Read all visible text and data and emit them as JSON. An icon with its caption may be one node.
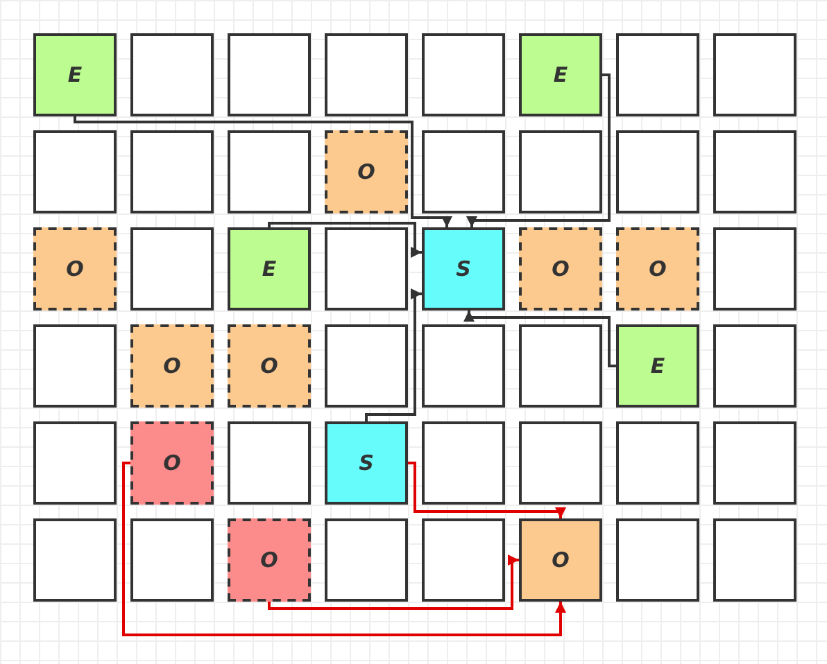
{
  "diagram": {
    "nodes": [
      {
        "text": [
          "E"
        ]
      },
      {
        "text": [],
        "shape": "box"
      },
      {
        "text": [],
        "shape": "box"
      },
      {
        "text": [],
        "shape": "box"
      },
      {
        "text": [],
        "shape": "box"
      },
      {
        "text": [
          "E"
        ]
      },
      {
        "text": [],
        "shape": "box"
      },
      {
        "text": [],
        "shape": "box"
      },
      {
        "text": [],
        "shape": "box"
      },
      {
        "text": [],
        "shape": "box"
      },
      {
        "text": [],
        "shape": "box"
      },
      {
        "text": [
          "O"
        ]
      },
      {
        "text": [],
        "shape": "box"
      },
      {
        "text": [],
        "shape": "box"
      },
      {
        "text": [],
        "shape": "box"
      },
      {
        "text": [],
        "shape": "box"
      },
      {
        "text": [
          "O"
        ]
      },
      {
        "text": [],
        "shape": "box"
      },
      {
        "text": [
          "E"
        ]
      },
      {
        "text": [],
        "shape": "box"
      },
      {
        "text": [
          "S"
        ]
      },
      {
        "text": [
          "O"
        ]
      },
      {
        "text": [
          "O"
        ]
      },
      {
        "text": [],
        "shape": "box"
      },
      {
        "text": [],
        "shape": "box"
      },
      {
        "text": [
          "O"
        ]
      },
      {
        "text": [
          "O"
        ]
      },
      {
        "text": [],
        "shape": "box"
      },
      {
        "text": [],
        "shape": "box"
      },
      {
        "text": [],
        "shape": "box"
      },
      {
        "text": [
          "E"
        ]
      },
      {
        "text": [],
        "shape": "box"
      },
      {
        "text": [],
        "shape": "box"
      },
      {
        "text": [
          "O"
        ]
      },
      {
        "text": [],
        "shape": "box"
      },
      {
        "text": [
          "S"
        ]
      },
      {
        "text": [],
        "shape": "box"
      },
      {
        "text": [],
        "shape": "box"
      },
      {
        "text": [],
        "shape": "box"
      },
      {
        "text": [],
        "shape": "box"
      },
      {
        "text": [],
        "shape": "box"
      },
      {
        "text": [],
        "shape": "box"
      },
      {
        "text": [
          "O"
        ]
      },
      {
        "text": [],
        "shape": "box"
      },
      {
        "text": [],
        "shape": "box"
      },
      {
        "text": [
          "O"
        ]
      },
      {
        "text": [],
        "shape": "box"
      },
      {
        "text": [],
        "shape": "box"
      }
    ],
    "edges": [
      {
        "from": 0,
        "to": 20,
        "arrow": "to"
      },
      {
        "from": 5,
        "to": 20,
        "arrow": "to"
      },
      {
        "from": 18,
        "to": 20,
        "arrow": "to"
      },
      {
        "from": 35,
        "to": 20,
        "arrow": "to"
      },
      {
        "from": 30,
        "to": 20,
        "arrow": "to"
      },
      {
        "from": 35,
        "to": 45,
        "arrow": "to",
        "color": "#e00000"
      },
      {
        "from": 33,
        "to": 45,
        "arrow": "to",
        "color": "#e00000"
      },
      {
        "from": 42,
        "to": 45,
        "arrow": "to",
        "color": "#e00000"
      }
    ]
  }
}
